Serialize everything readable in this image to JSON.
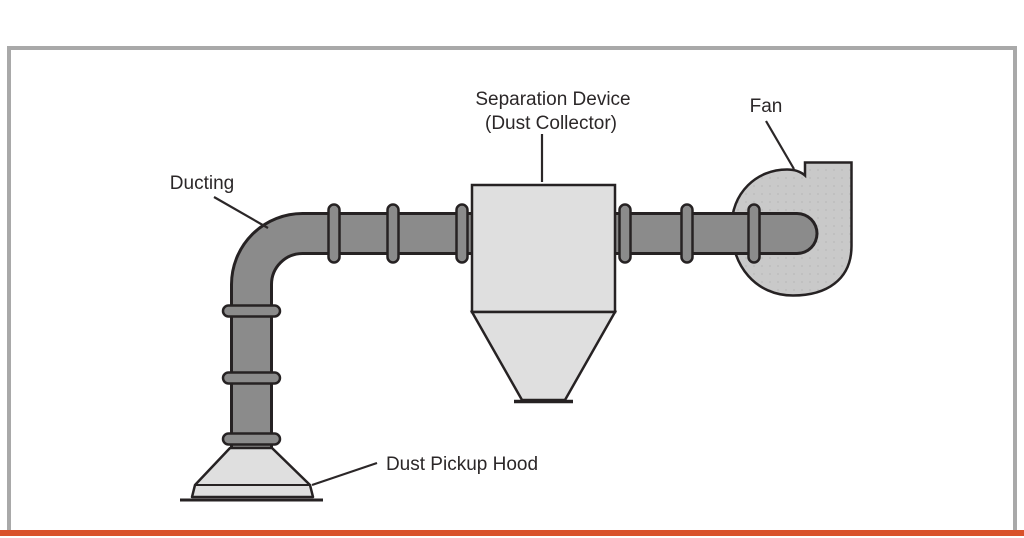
{
  "figure": {
    "labels": {
      "ducting": "Ducting",
      "separation_line1": "Separation Device",
      "separation_line2": "(Dust Collector)",
      "fan": "Fan",
      "hood": "Dust Pickup Hood"
    },
    "colors": {
      "background": "#ffffff",
      "frame_border": "#a9a9a9",
      "accent_bar": "#d9522b",
      "duct_fill": "#8b8b8b",
      "outline": "#262223",
      "vessel_fill": "#dfdfdf",
      "fan_fill": "#c9c9c9",
      "fan_dot": "#b9b9b9",
      "label_text": "#2b2728"
    }
  }
}
